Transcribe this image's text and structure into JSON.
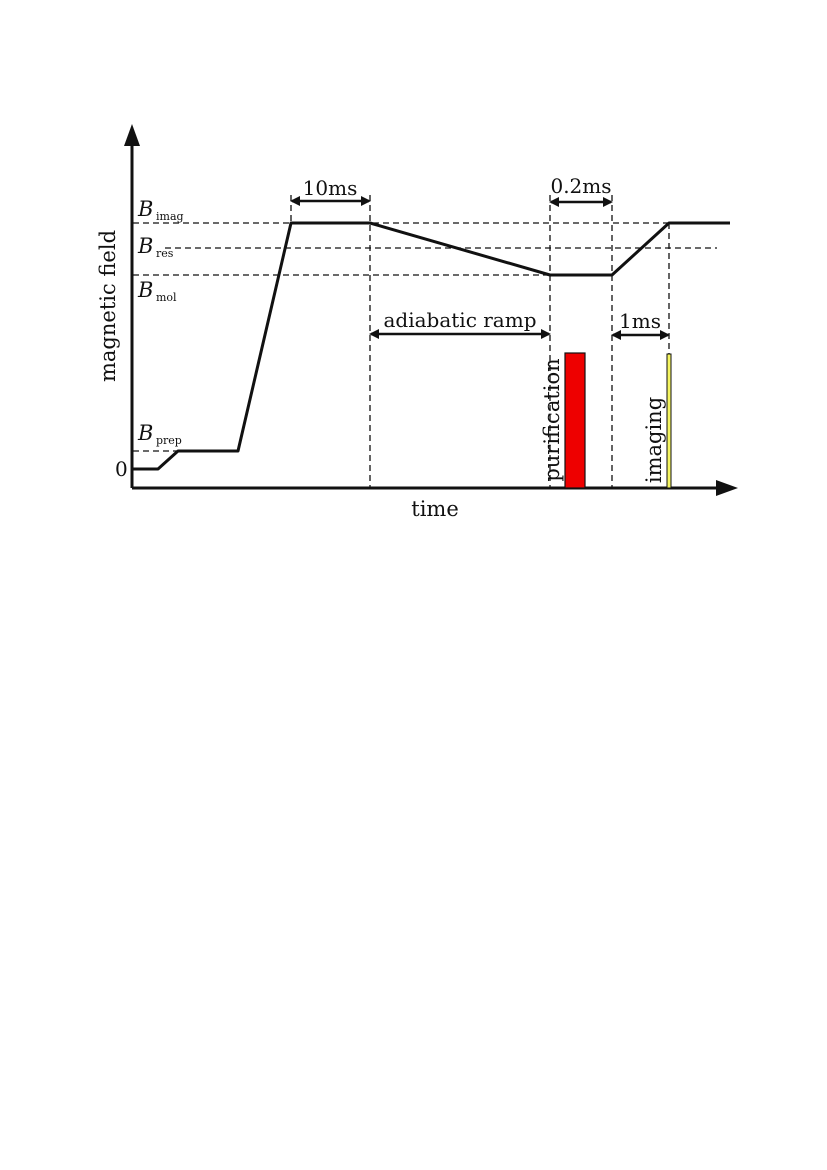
{
  "axes": {
    "y_label": "magnetic field",
    "x_label": "time",
    "zero_label": "0"
  },
  "levels": {
    "imag": {
      "symbol": "B",
      "subscript": "imag"
    },
    "res": {
      "symbol": "B",
      "subscript": "res"
    },
    "mol": {
      "symbol": "B",
      "subscript": "mol"
    },
    "prep": {
      "symbol": "B",
      "subscript": "prep"
    }
  },
  "intervals": {
    "hold": "10ms",
    "adiabatic": "adiabatic ramp",
    "wait": "0.2ms",
    "tof": "1ms"
  },
  "pulses": {
    "purification": {
      "label": "purification",
      "color": "#ee0000"
    },
    "imaging": {
      "label": "imaging",
      "color": "#f5f560"
    }
  },
  "colors": {
    "line": "#111111"
  }
}
